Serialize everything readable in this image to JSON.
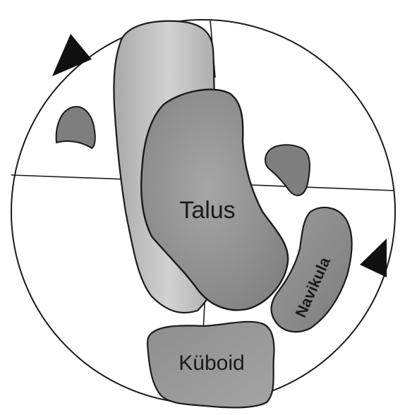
{
  "labels": {
    "talus": "Talus",
    "kuboid": "Küboid",
    "navikula": "Navikula"
  },
  "colors": {
    "background": "#ffffff",
    "outline": "#1a1a1a",
    "bone_light": "#b9b9b9",
    "bone_mid": "#8f8f8f",
    "bone_dark": "#7a7a7a",
    "arrow": "#111111"
  },
  "icons": {
    "arrow_top_left": "rotation-arrow-icon",
    "arrow_right": "rotation-arrow-icon"
  }
}
